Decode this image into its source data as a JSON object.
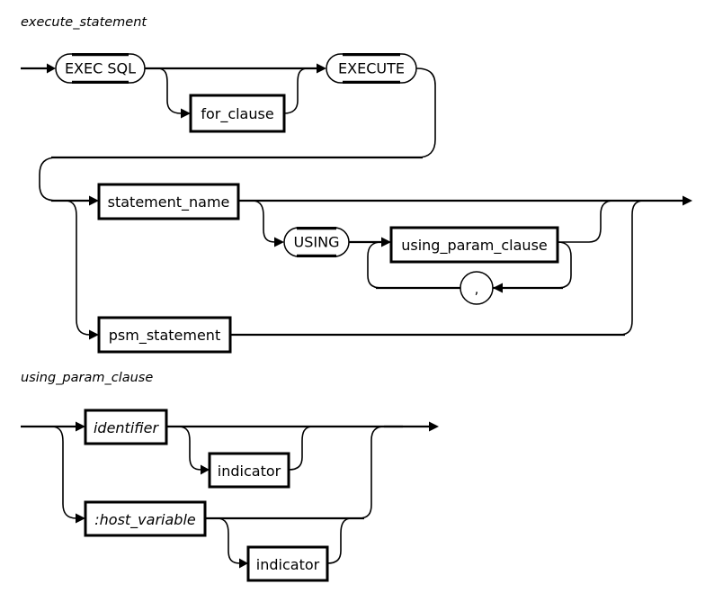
{
  "document": {
    "kind": "railroad-syntax-diagram",
    "background_color": "#ffffff",
    "line_color": "#000000"
  },
  "diagrams": [
    {
      "title": "execute_statement",
      "nodes": {
        "exec_sql": "EXEC SQL",
        "for_clause": "for_clause",
        "execute": "EXECUTE",
        "statement_name": "statement_name",
        "using": "USING",
        "using_param_clause": "using_param_clause",
        "comma": ",",
        "psm_statement": "psm_statement"
      }
    },
    {
      "title": "using_param_clause",
      "nodes": {
        "identifier": "identifier",
        "indicator_upper": "indicator",
        "host_variable": ":host_variable",
        "indicator_lower": "indicator"
      }
    }
  ]
}
